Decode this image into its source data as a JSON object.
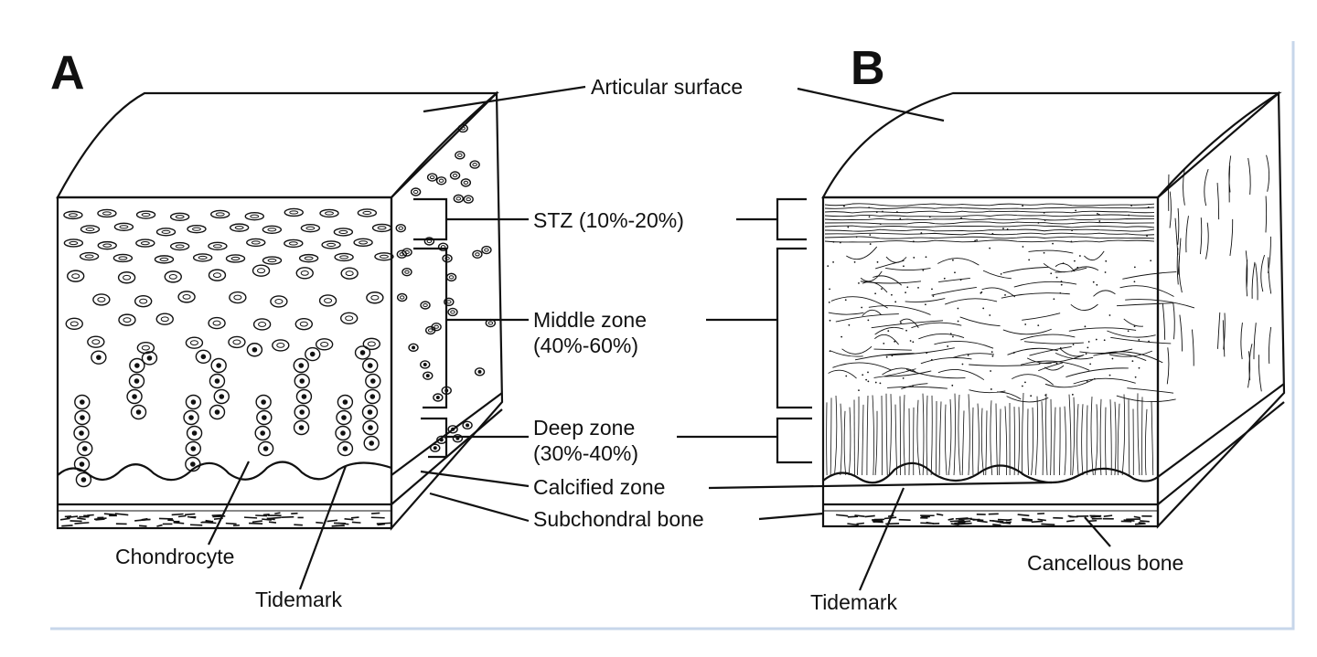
{
  "panels": {
    "a": "A",
    "b": "B"
  },
  "labels": {
    "articular_surface": "Articular surface",
    "stz": "STZ (10%-20%)",
    "middle_zone_line1": "Middle zone",
    "middle_zone_line2": "(40%-60%)",
    "deep_zone_line1": "Deep zone",
    "deep_zone_line2": "(30%-40%)",
    "calcified_zone": "Calcified zone",
    "subchondral_bone": "Subchondral bone",
    "chondrocyte": "Chondrocyte",
    "tidemark_a": "Tidemark",
    "tidemark_b": "Tidemark",
    "cancellous_bone": "Cancellous bone"
  }
}
